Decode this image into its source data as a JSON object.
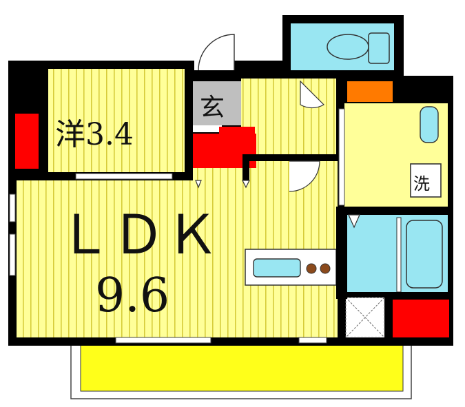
{
  "rooms": {
    "western_room": {
      "label": "洋3.4"
    },
    "entrance": {
      "label": "玄"
    },
    "ldk": {
      "label": "ＬＤＫ",
      "size": "9.6"
    },
    "laundry": {
      "label": "洗"
    }
  },
  "colors": {
    "floor_yellow": "#ffff99",
    "floor_stripe": "#d6cc3a",
    "balcony": "#ffff1a",
    "wall": "#000000",
    "storage_red": "#ff0000",
    "wet_area_blue": "#99e6f2",
    "washroom_yellow": "#ffff99",
    "entrance_gray": "#bfbfbf",
    "accent_orange": "#ff7a00"
  },
  "icons": [
    "toilet-icon",
    "washbasin-icon",
    "bathtub-icon",
    "kitchen-sink-icon",
    "stove-burner-icon",
    "door-swing-icon"
  ]
}
